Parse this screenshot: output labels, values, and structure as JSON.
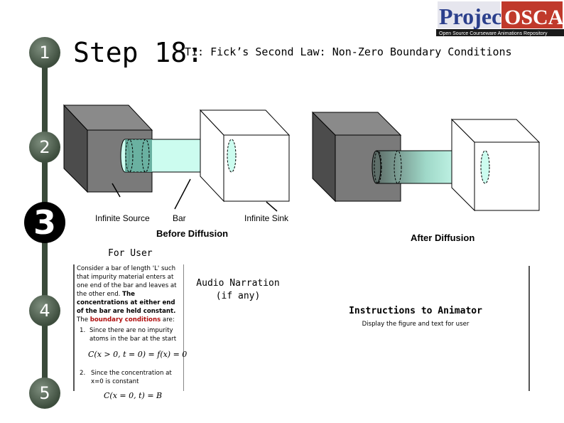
{
  "steps": [
    "1",
    "2",
    "3",
    "4",
    "5"
  ],
  "header": {
    "step_title": "Step 18:",
    "subtitle": "T1: Fick’s Second Law: Non-Zero Boundary Conditions"
  },
  "logo": {
    "line1": "Project",
    "line2": "OSCAR",
    "tagline": "Open Source Courseware Animations Repository"
  },
  "diagram": {
    "labels": {
      "source": "Infinite Source",
      "bar": "Bar",
      "sink": "Infinite Sink"
    },
    "captions": {
      "before": "Before Diffusion",
      "after": "After Diffusion"
    }
  },
  "for_user": {
    "heading": "For User",
    "para_1": "Consider a bar of length 'L' such that impurity material enters at one end of the bar and leaves at the other end. ",
    "para_bold": "The concentrations at either end of the bar are held constant.",
    "para_the": " The ",
    "para_red": "boundary conditions",
    "para_end": " are:",
    "item1_num": "1.",
    "item1_text": "Since there are no impurity atoms in the bar at the start",
    "formula1": "C(x > 0, t = 0) = f(x) = 0",
    "item2_num": "2.",
    "item2_text": "Since the concentration at x=0 is constant",
    "formula2": "C(x = 0, t) = B"
  },
  "audio": {
    "line1": "Audio Narration",
    "line2": "(if any)"
  },
  "instructions": {
    "title": "Instructions to Animator",
    "text": "Display the figure and text for user"
  },
  "colors": {
    "rail": "#3a4a3a",
    "source_box": "#7a7a7a",
    "bar_fill": "#ccfcef",
    "bar_dark": "#5fa898",
    "logo_blue": "#2b3f8c",
    "logo_red": "#c0392b",
    "boundary_red": "#b01010"
  }
}
